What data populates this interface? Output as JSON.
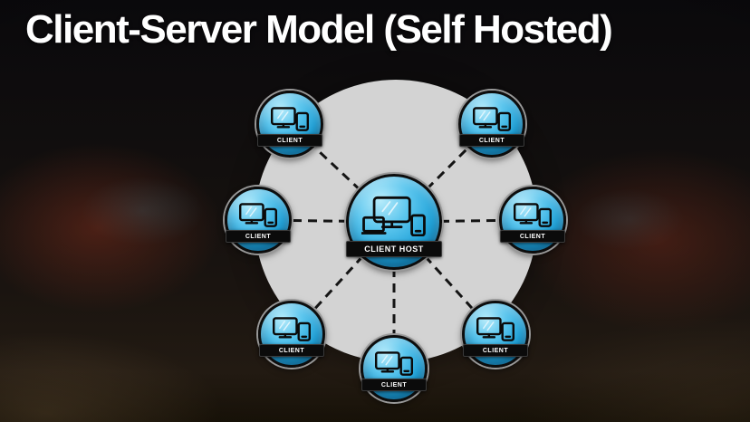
{
  "title": "Client-Server Model (Self Hosted)",
  "host": {
    "label": "CLIENT HOST"
  },
  "clients": [
    {
      "label": "CLIENT"
    },
    {
      "label": "CLIENT"
    },
    {
      "label": "CLIENT"
    },
    {
      "label": "CLIENT"
    },
    {
      "label": "CLIENT"
    },
    {
      "label": "CLIENT"
    },
    {
      "label": "CLIENT"
    }
  ],
  "colors": {
    "accent_blue": "#2fb0e8",
    "banner_black": "#0b0b0b",
    "circle_gray": "#d3d3d3",
    "line_black": "#141414",
    "title_white": "#ffffff"
  }
}
